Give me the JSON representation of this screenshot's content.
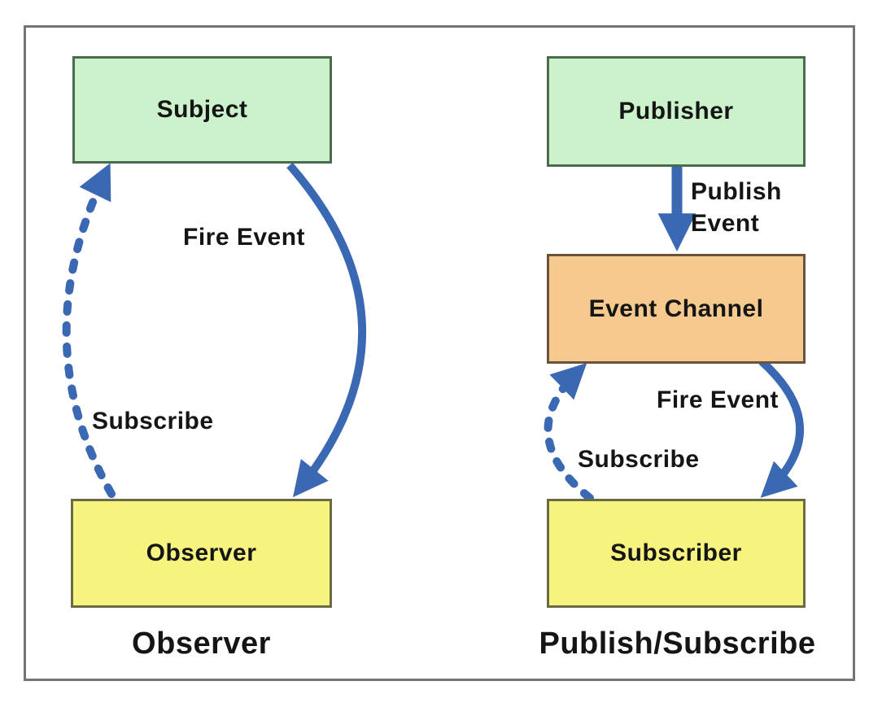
{
  "diagram": {
    "observer_pattern": {
      "caption": "Observer",
      "subject_box_label": "Subject",
      "observer_box_label": "Observer",
      "fire_event_label": "Fire Event",
      "subscribe_label": "Subscribe"
    },
    "pubsub_pattern": {
      "caption": "Publish/Subscribe",
      "publisher_box_label": "Publisher",
      "event_channel_box_label": "Event Channel",
      "subscriber_box_label": "Subscriber",
      "publish_event_label_line1": "Publish",
      "publish_event_label_line2": "Event",
      "fire_event_label": "Fire Event",
      "subscribe_label": "Subscribe"
    },
    "colors": {
      "arrow_blue": "#3a68b2",
      "box_green_fill": "#ccf2cc",
      "box_green_border": "#4a6b4c",
      "box_yellow_fill": "#f6f37e",
      "box_yellow_border": "#6a6a45",
      "box_orange_fill": "#f6c98e",
      "box_orange_border": "#6b523c",
      "frame_border": "#757575",
      "text": "#151515"
    }
  }
}
